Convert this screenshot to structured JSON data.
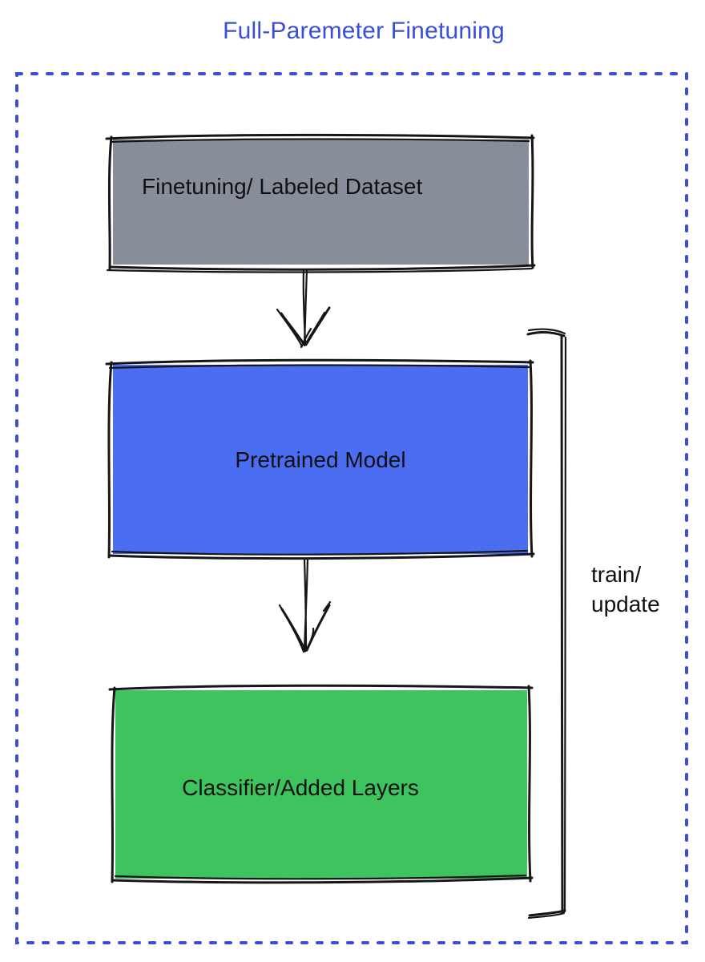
{
  "title": {
    "text": "Full-Paremeter Finetuning",
    "color": "#3B4ED8"
  },
  "diagram": {
    "border_color": "#3B4ED8",
    "stroke_color": "#161616",
    "nodes": [
      {
        "id": "dataset",
        "label": "Finetuning/ Labeled Dataset",
        "fill": "#878E99"
      },
      {
        "id": "pretrained",
        "label": "Pretrained Model",
        "fill": "#4A6DF2"
      },
      {
        "id": "classifier",
        "label": "Classifier/Added Layers",
        "fill": "#3EC45F"
      }
    ],
    "edges": [
      {
        "from": "dataset",
        "to": "pretrained"
      },
      {
        "from": "pretrained",
        "to": "classifier"
      }
    ],
    "bracket_label": "train/ update",
    "bracket_label_line1": "train/",
    "bracket_label_line2": "update"
  }
}
